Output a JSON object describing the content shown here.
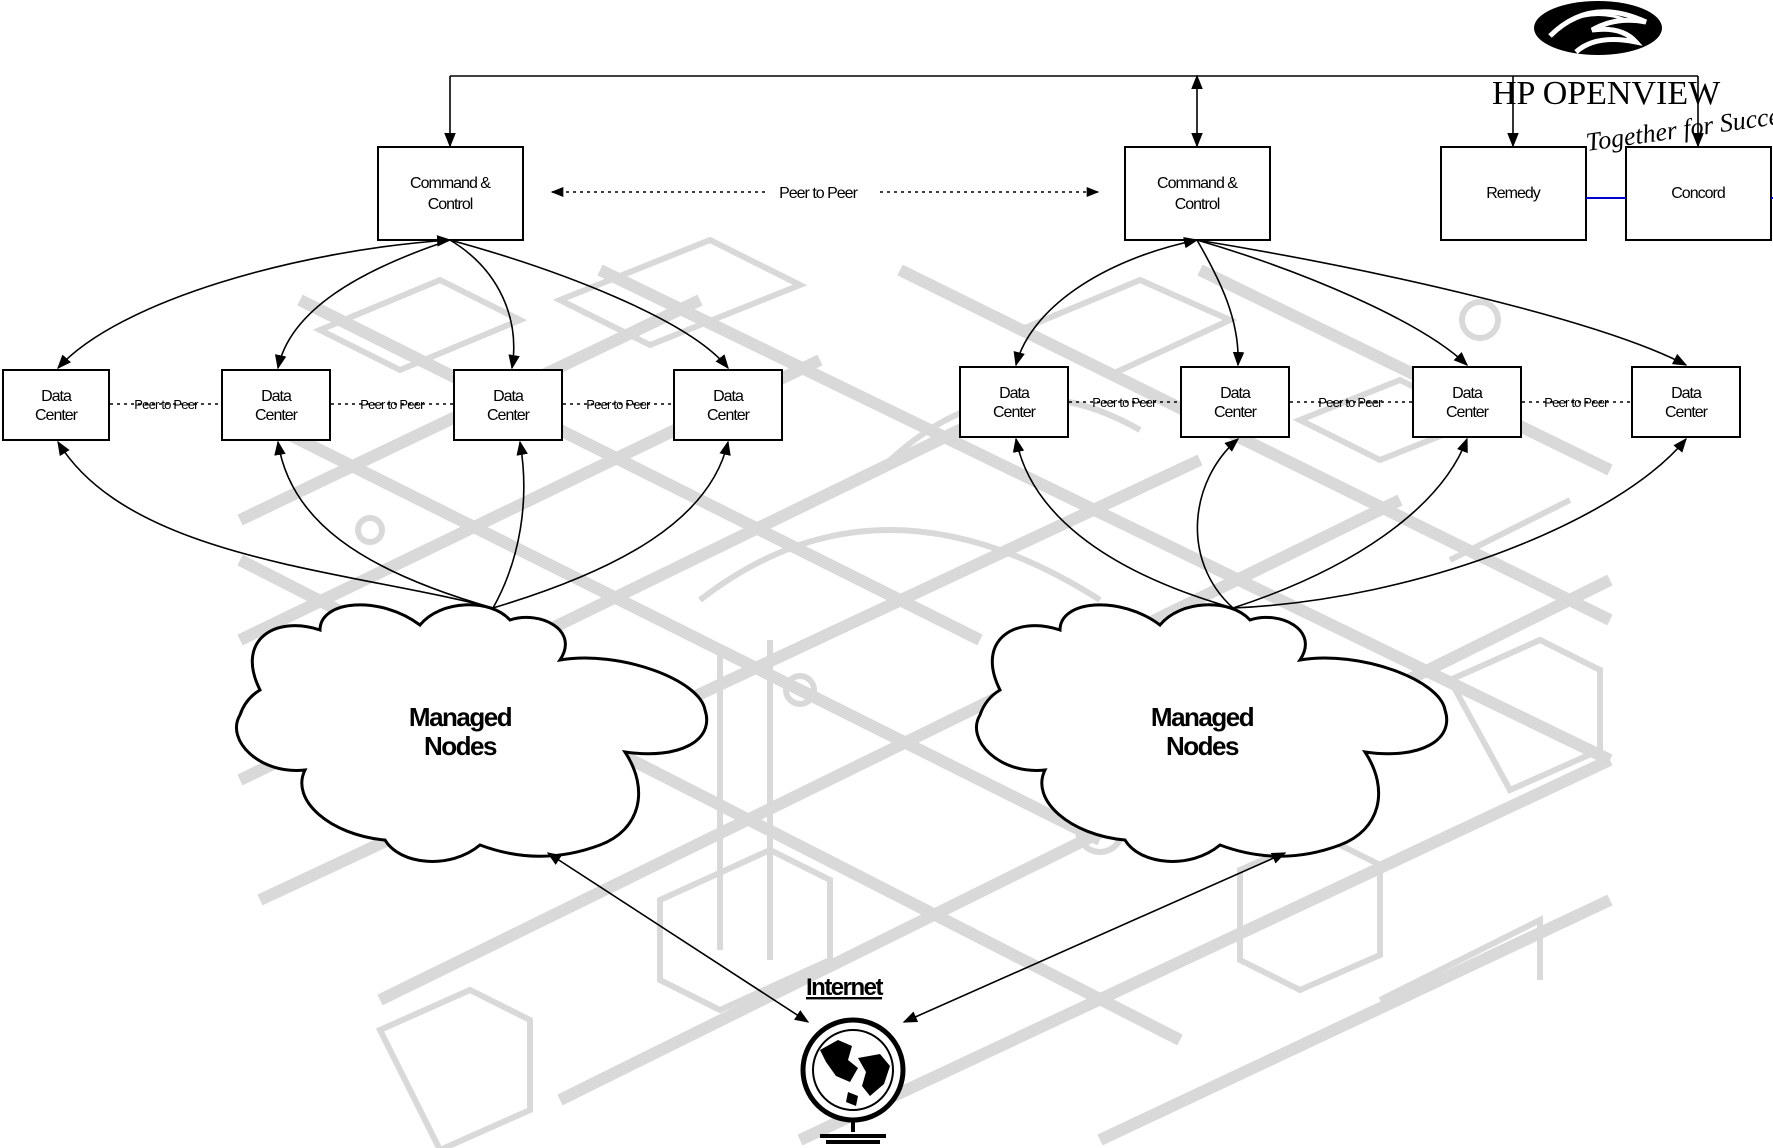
{
  "logo": {
    "brand": "HP OPENVIEW",
    "tagline": "Together for Success"
  },
  "command_control": [
    {
      "line1": "Command  &",
      "line2": "Control"
    },
    {
      "line1": "Command  &",
      "line2": "Control"
    }
  ],
  "top_peer_label": "Peer to Peer",
  "tools": [
    "Remedy",
    "Concord"
  ],
  "data_center": {
    "line1": "Data",
    "line2": "Center"
  },
  "dc_peer_label": "Peer to Peer",
  "clouds": [
    {
      "line1": "Managed",
      "line2": "Nodes"
    },
    {
      "line1": "Managed",
      "line2": "Nodes"
    }
  ],
  "internet_label": "Internet",
  "icons": {
    "logo": "hp-swirl-logo-icon",
    "globe": "globe-icon"
  },
  "colors": {
    "link_line": "#0000cc",
    "background_art": "#d9d9d9"
  }
}
